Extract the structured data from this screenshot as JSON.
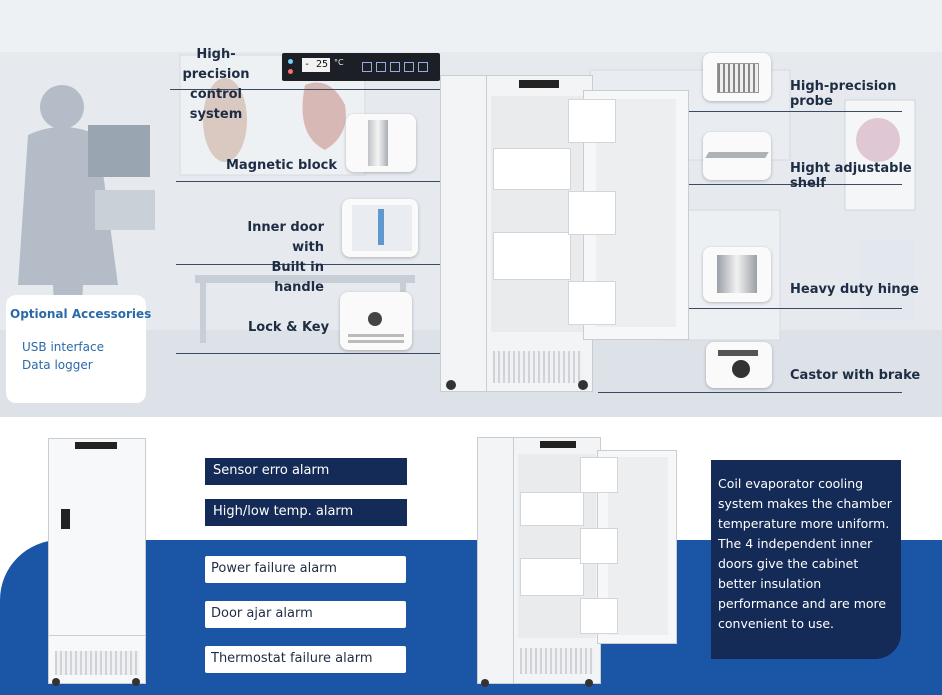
{
  "features_left": {
    "control": "High-precision\ncontrol system",
    "magnetic": "Magnetic block",
    "inner_door": "Inner door with\nBuilt in handle",
    "lock": "Lock & Key"
  },
  "features_right": {
    "probe": "High-precision probe",
    "shelf": "Hight adjustable shelf",
    "hinge": "Heavy duty hinge",
    "castor": "Castor with brake"
  },
  "display": {
    "temp": "- 25",
    "unit": "°C"
  },
  "accessories": {
    "title": "Optional Accessories",
    "items": [
      "USB interface",
      "Data logger"
    ]
  },
  "alarms": [
    "Sensor erro alarm",
    "High/low temp. alarm",
    "Power failure alarm",
    "Door ajar alarm",
    "Thermostat failure alarm"
  ],
  "info_text": "Coil evaporator cooling system makes the chamber temperature more uniform. The 4 independent inner doors give the cabinet better insulation performance and are more convenient to use.",
  "colors": {
    "navy": "#142a57",
    "blue": "#1a55a6",
    "accent": "#2c69a8"
  }
}
